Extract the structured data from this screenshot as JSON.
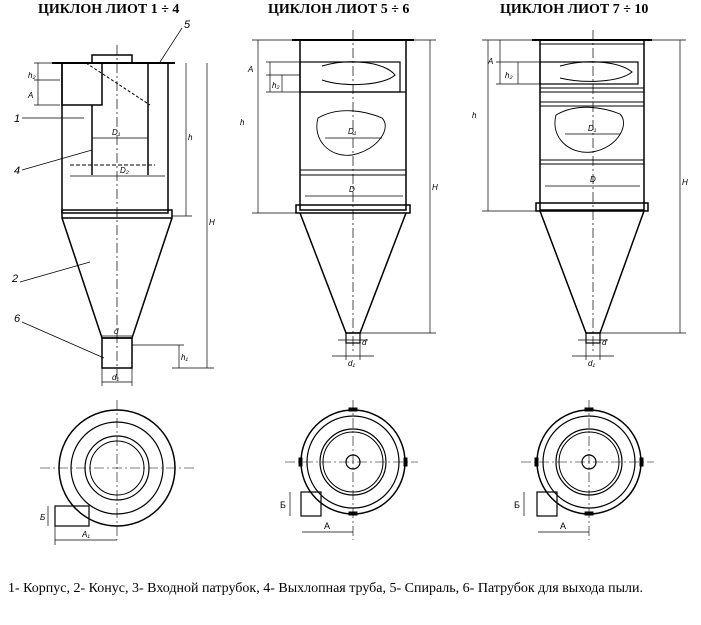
{
  "titles": [
    "ЦИКЛОН ЛИОТ 1 ÷ 4",
    "ЦИКЛОН ЛИОТ 5 ÷ 6",
    "ЦИКЛОН ЛИОТ 7 ÷ 10"
  ],
  "callouts": [
    "1",
    "2",
    "4",
    "5",
    "6"
  ],
  "dims": {
    "h2": "h₂",
    "A": "A",
    "D1": "D₁",
    "D2": "D₂",
    "h": "h",
    "H": "H",
    "d": "d",
    "d1": "d₁",
    "h1": "h₁",
    "A1": "A₁",
    "B": "Б",
    "D": "D"
  },
  "caption": "1- Корпус, 2- Конус, 3- Входной патрубок, 4- Выхлопная труба, 5- Спираль, 6- Патрубок для выхода пыли."
}
